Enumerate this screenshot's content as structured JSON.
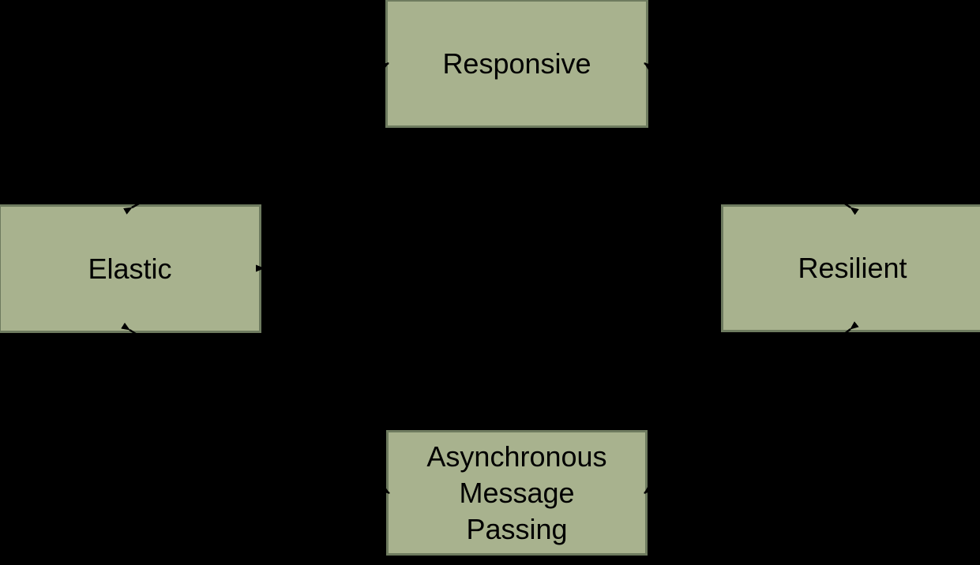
{
  "diagram": {
    "colors": {
      "background": "#000000",
      "box_fill": "#A8B28E",
      "box_border": "#6E7B5F",
      "text": "#000000",
      "arrow": "#000000"
    },
    "nodes": {
      "responsive": {
        "label": "Responsive"
      },
      "elastic": {
        "label": "Elastic"
      },
      "resilient": {
        "label": "Resilient"
      },
      "message_passing": {
        "label": "Asynchronous Message Passing",
        "lines": [
          "Asynchronous",
          "Message",
          "Passing"
        ]
      }
    },
    "connections": [
      {
        "from": "elastic",
        "to": "responsive",
        "bidirectional": true
      },
      {
        "from": "resilient",
        "to": "responsive",
        "bidirectional": true
      },
      {
        "from": "elastic",
        "to": "message_passing",
        "bidirectional": true
      },
      {
        "from": "resilient",
        "to": "message_passing",
        "bidirectional": true
      },
      {
        "from": "elastic",
        "to": "resilient",
        "bidirectional": true
      }
    ]
  }
}
